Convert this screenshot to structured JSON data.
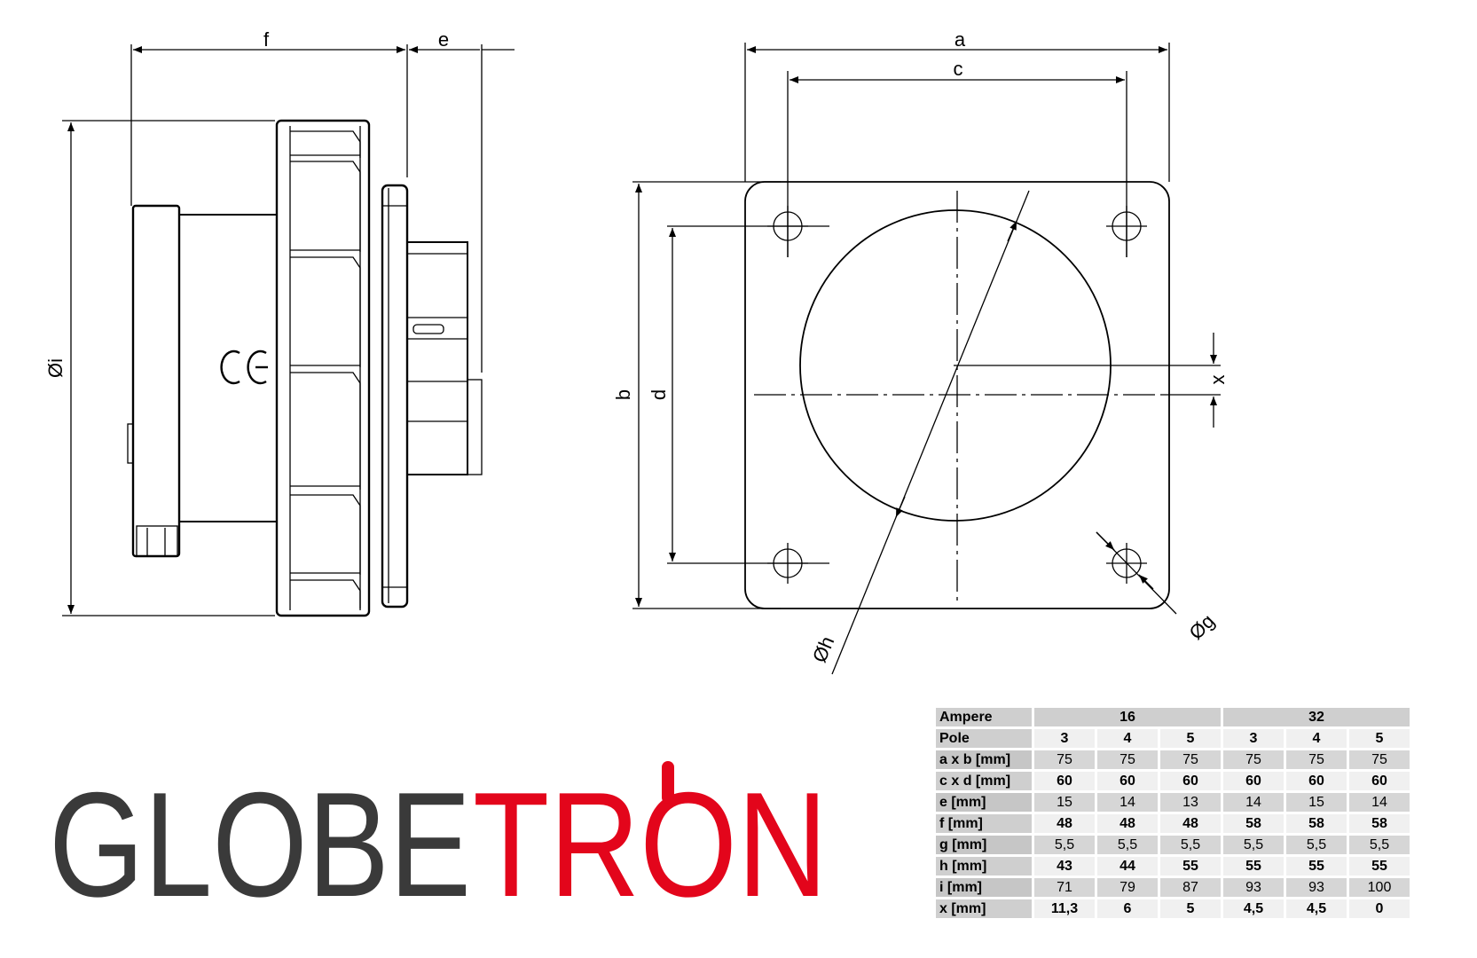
{
  "dimension_labels": {
    "f": "f",
    "e": "e",
    "a": "a",
    "c": "c",
    "b": "b",
    "d": "d",
    "x": "x",
    "phi_i": "Øi",
    "phi_h": "Øh",
    "phi_g": "Øg"
  },
  "ce_mark": "CE",
  "table": {
    "header": {
      "label": "Ampere",
      "groups": [
        "16",
        "32"
      ]
    },
    "rows": [
      {
        "label": "Pole",
        "values": [
          "3",
          "4",
          "5",
          "3",
          "4",
          "5"
        ],
        "bold": true,
        "stripe": false
      },
      {
        "label": "a x b [mm]",
        "values": [
          "75",
          "75",
          "75",
          "75",
          "75",
          "75"
        ],
        "bold": false,
        "stripe": true
      },
      {
        "label": "c x d [mm]",
        "values": [
          "60",
          "60",
          "60",
          "60",
          "60",
          "60"
        ],
        "bold": true,
        "stripe": false
      },
      {
        "label": "e [mm]",
        "values": [
          "15",
          "14",
          "13",
          "14",
          "15",
          "14"
        ],
        "bold": false,
        "stripe": true
      },
      {
        "label": "f [mm]",
        "values": [
          "48",
          "48",
          "48",
          "58",
          "58",
          "58"
        ],
        "bold": true,
        "stripe": false
      },
      {
        "label": "g [mm]",
        "values": [
          "5,5",
          "5,5",
          "5,5",
          "5,5",
          "5,5",
          "5,5"
        ],
        "bold": false,
        "stripe": true
      },
      {
        "label": "h [mm]",
        "values": [
          "43",
          "44",
          "55",
          "55",
          "55",
          "55"
        ],
        "bold": true,
        "stripe": false
      },
      {
        "label": "i [mm]",
        "values": [
          "71",
          "79",
          "87",
          "93",
          "93",
          "100"
        ],
        "bold": false,
        "stripe": true
      },
      {
        "label": "x [mm]",
        "values": [
          "11,3",
          "6",
          "5",
          "4,5",
          "4,5",
          "0"
        ],
        "bold": true,
        "stripe": false
      }
    ]
  },
  "logo": {
    "part1": "GLOBE",
    "part2": "TRON",
    "colors": {
      "dark": "#3a3a3a",
      "accent": "#e3051b"
    }
  }
}
